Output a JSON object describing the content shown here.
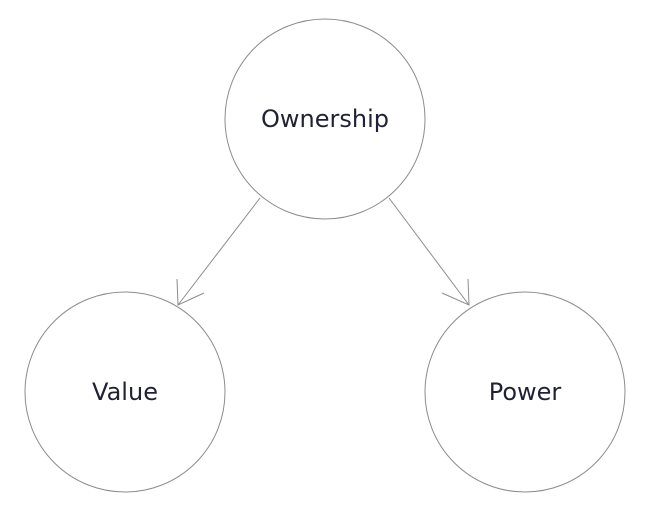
{
  "diagram": {
    "nodes": [
      {
        "id": "ownership",
        "label": "Ownership"
      },
      {
        "id": "value",
        "label": "Value"
      },
      {
        "id": "power",
        "label": "Power"
      }
    ],
    "edges": [
      {
        "from": "ownership",
        "to": "value"
      },
      {
        "from": "ownership",
        "to": "power"
      }
    ],
    "colors": {
      "stroke": "#8c8c8c",
      "text": "#1f2233",
      "background": "#ffffff"
    }
  }
}
